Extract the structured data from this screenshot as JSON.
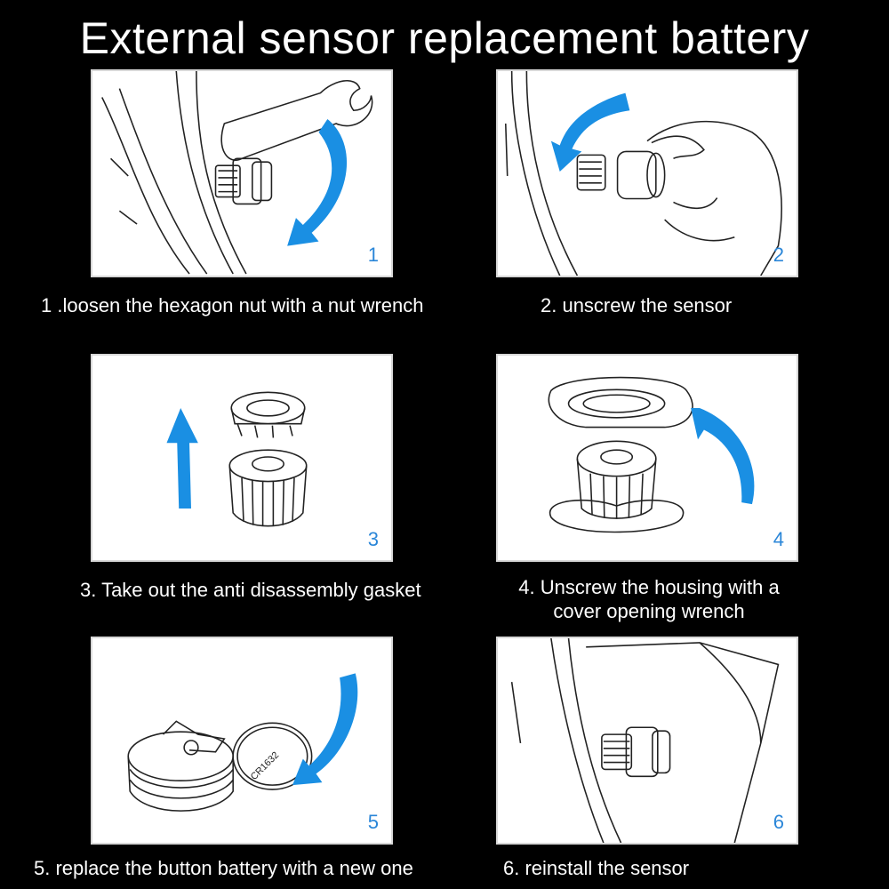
{
  "title": "External sensor replacement battery",
  "accent_color": "#1a8fe3",
  "steps": [
    {
      "number": "1",
      "caption": "1 .loosen the hexagon nut with a nut wrench",
      "icon": "wrench-loosen-nut-icon"
    },
    {
      "number": "2",
      "caption": "2. unscrew the sensor",
      "icon": "hand-unscrew-sensor-icon"
    },
    {
      "number": "3",
      "caption": "3. Take out the anti disassembly gasket",
      "icon": "gasket-removal-icon"
    },
    {
      "number": "4",
      "caption_line1": "4. Unscrew the housing with a",
      "caption_line2": "cover opening wrench",
      "icon": "housing-wrench-icon"
    },
    {
      "number": "5",
      "caption": "5. replace the button battery with a new one",
      "battery_label": "CR1632",
      "icon": "button-battery-icon"
    },
    {
      "number": "6",
      "caption": "6. reinstall the sensor",
      "icon": "reinstall-sensor-icon"
    }
  ]
}
